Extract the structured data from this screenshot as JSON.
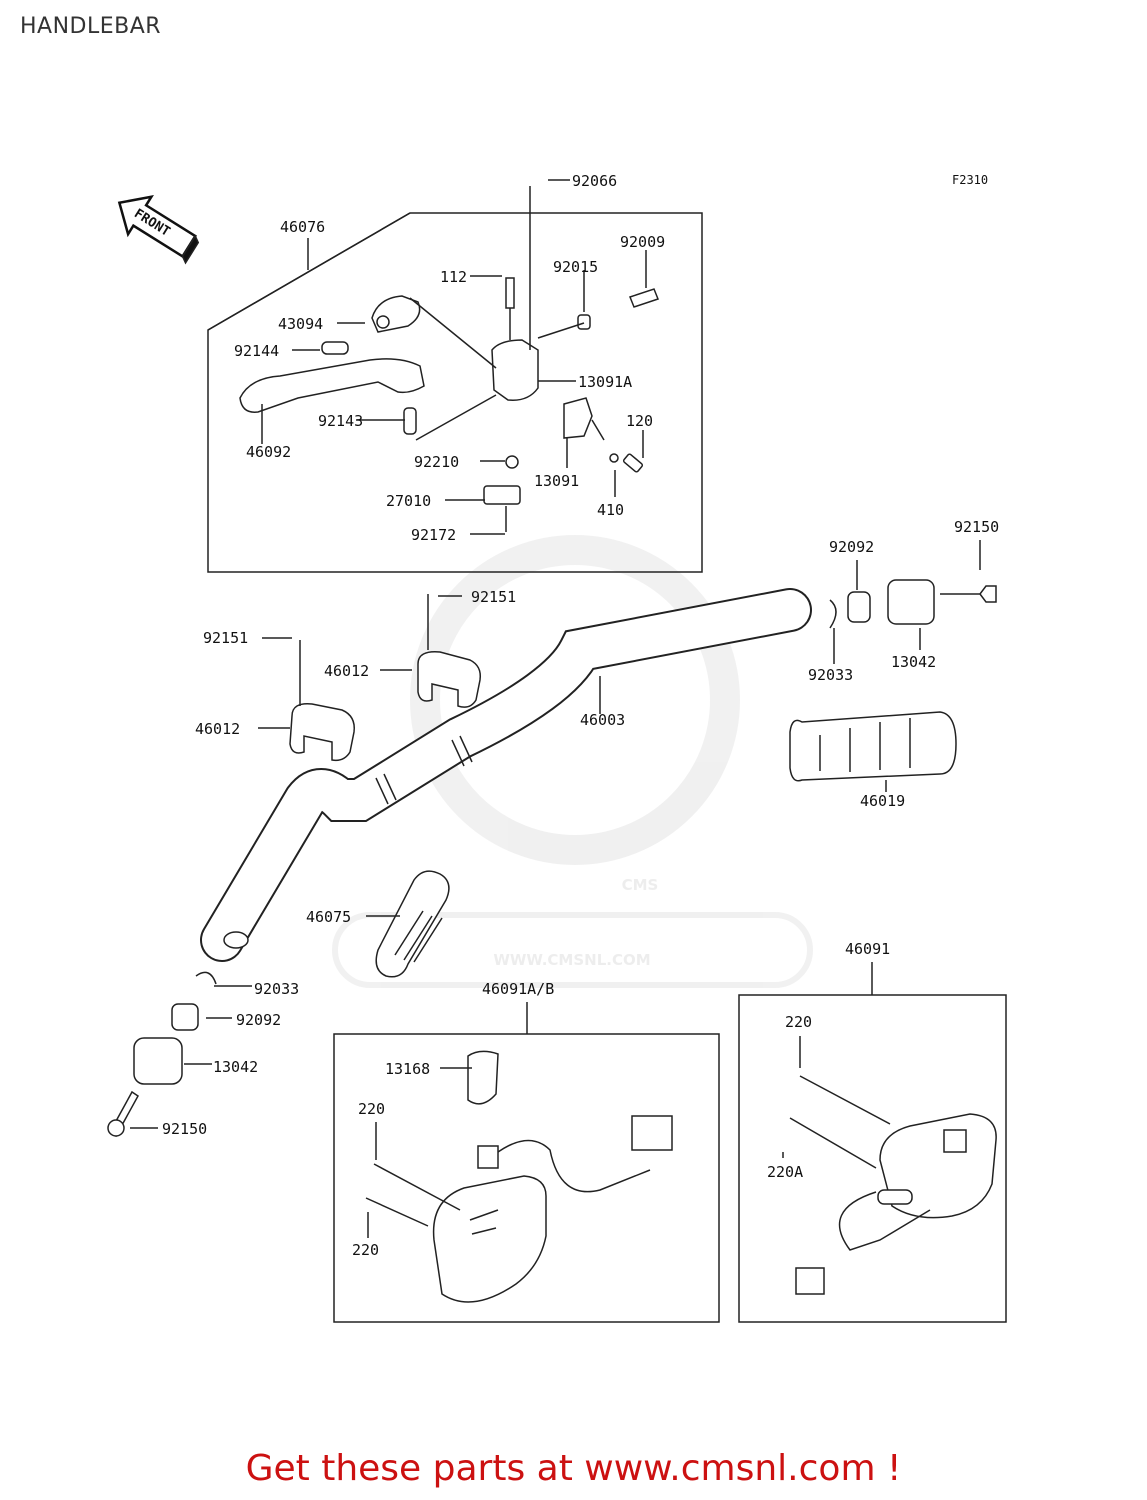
{
  "page": {
    "title": "HANDLEBAR",
    "diagram_code": "F2310",
    "front_label": "FRONT",
    "watermark": {
      "brand": "CMS",
      "url": "WWW.CMSNL.COM"
    },
    "cta": {
      "text": "Get these parts at www.cmsnl.com !",
      "color": "#cc1111"
    }
  },
  "parts": {
    "p92066": "92066",
    "p46076": "46076",
    "p92009": "92009",
    "p112": "112",
    "p92015": "92015",
    "p43094": "43094",
    "p92144": "92144",
    "p13091A": "13091A",
    "p120": "120",
    "p92143": "92143",
    "p46092": "46092",
    "p92210": "92210",
    "p13091": "13091",
    "p27010": "27010",
    "p410": "410",
    "p92172": "92172",
    "p92150_r": "92150",
    "p92092_r": "92092",
    "p92151_top": "92151",
    "p92151_left": "92151",
    "p46012_top": "46012",
    "p92033_r": "92033",
    "p13042_r": "13042",
    "p46003": "46003",
    "p46012_left": "46012",
    "p46019": "46019",
    "p46075": "46075",
    "p46091": "46091",
    "p92033_l": "92033",
    "p46091AB": "46091A/B",
    "p92092_l": "92092",
    "p220_r": "220",
    "p13042_l": "13042",
    "p13168": "13168",
    "p220A": "220A",
    "p92150_l": "92150",
    "p220_a": "220",
    "p220_b": "220"
  }
}
